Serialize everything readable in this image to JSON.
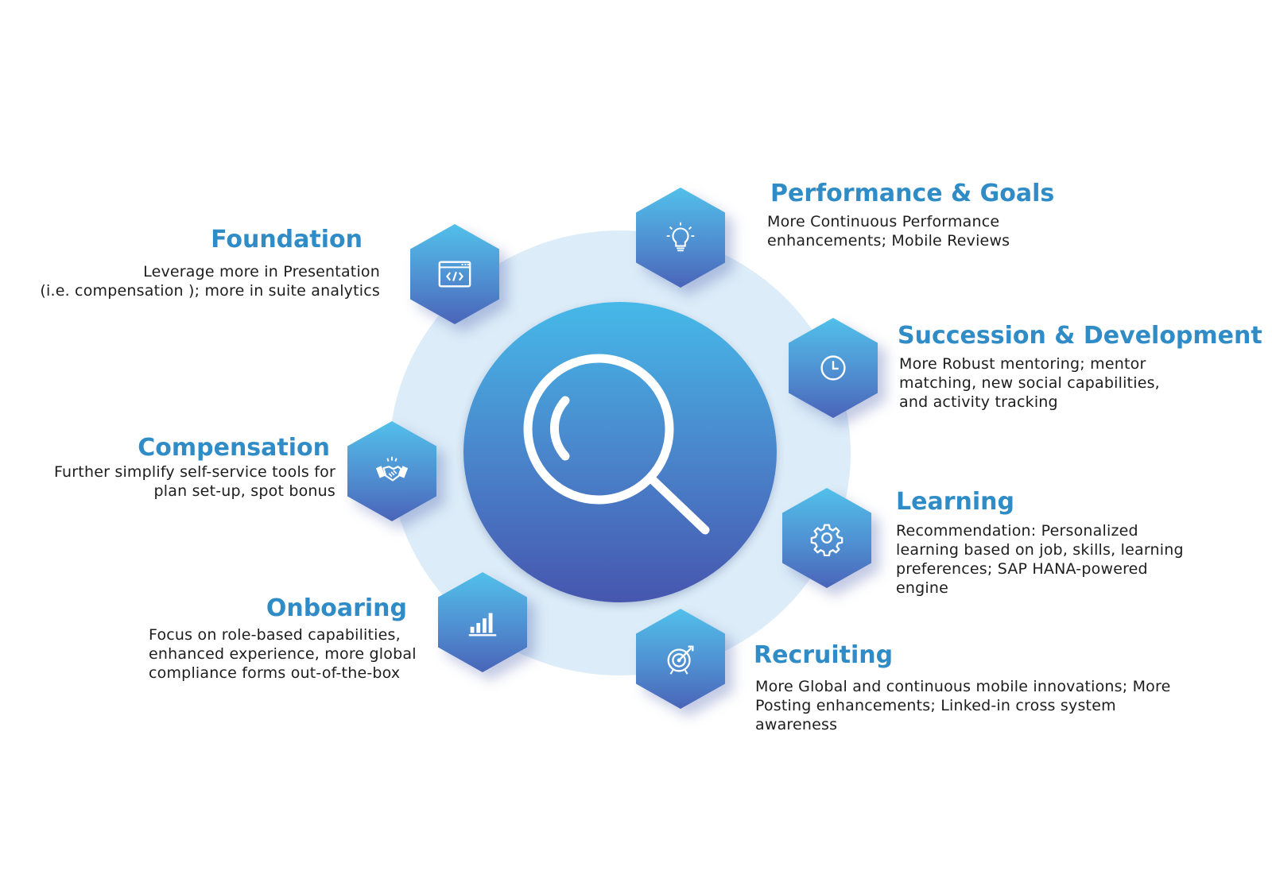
{
  "center": {
    "icon": "magnifier-icon"
  },
  "sections": {
    "foundation": {
      "title": "Foundation",
      "icon": "code-window-icon",
      "lines": [
        "Leverage more in Presentation",
        "(i.e. compensation ); more in suite analytics"
      ]
    },
    "performance": {
      "title": "Performance & Goals",
      "icon": "lightbulb-icon",
      "lines": [
        "More Continuous Performance",
        "enhancements; Mobile Reviews"
      ]
    },
    "succession": {
      "title": "Succession & Development",
      "icon": "clock-icon",
      "lines": [
        "More Robust mentoring; mentor",
        "matching, new social capabilities,",
        "and activity tracking"
      ]
    },
    "compensation": {
      "title": "Compensation",
      "icon": "handshake-icon",
      "lines": [
        "Further simplify self-service tools for",
        "plan set-up, spot bonus"
      ]
    },
    "learning": {
      "title": "Learning",
      "icon": "gear-icon",
      "lines": [
        "Recommendation: Personalized",
        "learning based on job, skills, learning",
        "preferences; SAP HANA-powered",
        "engine"
      ]
    },
    "onboarding": {
      "title": "Onboaring",
      "icon": "bar-chart-icon",
      "lines": [
        "Focus on role-based capabilities,",
        "enhanced experience, more global",
        "compliance forms out-of-the-box"
      ]
    },
    "recruiting": {
      "title": "Recruiting",
      "icon": "target-icon",
      "lines": [
        "More Global and continuous mobile innovations; More",
        "Posting enhancements; Linked-in cross system",
        "awareness"
      ]
    }
  }
}
